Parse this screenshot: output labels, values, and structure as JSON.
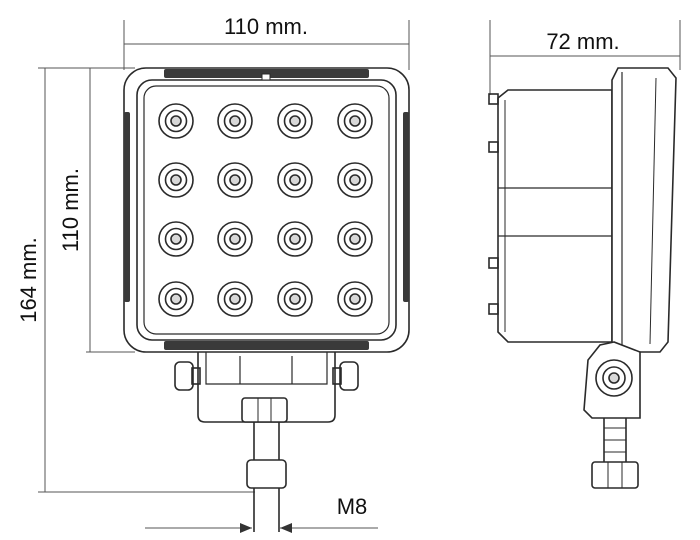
{
  "dimensions": {
    "front_width": "110 mm.",
    "front_height": "110 mm.",
    "total_height": "164 mm.",
    "side_depth": "72 mm.",
    "bolt_thread": "M8"
  },
  "front_view": {
    "led_grid": {
      "rows": 4,
      "columns": 4
    }
  },
  "colors": {
    "line": "#2a2a2a",
    "dimension_line": "#555555",
    "background": "#ffffff"
  }
}
